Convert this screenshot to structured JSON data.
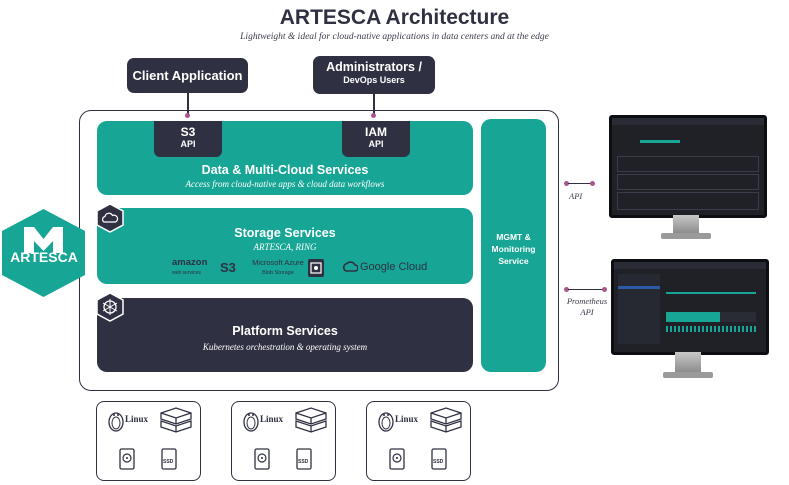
{
  "header": {
    "title": "ARTESCA Architecture",
    "subtitle": "Lightweight & ideal for cloud-native applications in data centers and at the edge"
  },
  "actors": {
    "client": "Client Application",
    "admin_line1": "Administrators /",
    "admin_line2": "DevOps Users"
  },
  "apis": {
    "s3_name": "S3",
    "s3_label": "API",
    "iam_name": "IAM",
    "iam_label": "API"
  },
  "layers": {
    "data": {
      "title": "Data & Multi-Cloud Services",
      "subtitle": "Access from cloud-native apps & cloud data workflows"
    },
    "storage": {
      "title": "Storage Services",
      "subtitle": "ARTESCA, RING"
    },
    "platform": {
      "title": "Platform Services",
      "subtitle": "Kubernetes orchestration & operating system"
    },
    "mgmt": {
      "line1": "MGMT &",
      "line2": "Monitoring",
      "line3": "Service"
    }
  },
  "cloud_providers": {
    "amazon": "amazon",
    "amazon_sub": "web services",
    "s3": "S3",
    "azure_line1": "Microsoft Azure",
    "azure_line2": "Blob Storage",
    "google": "Google Cloud"
  },
  "brand": {
    "name": "ARTESCA",
    "color": "#17a595"
  },
  "external": {
    "api_label": "API",
    "prometheus_line1": "Prometheus",
    "prometheus_line2": "API"
  },
  "nodes": [
    {
      "os": "Linux",
      "ssd": "SSD"
    },
    {
      "os": "Linux",
      "ssd": "SSD"
    },
    {
      "os": "Linux",
      "ssd": "SSD"
    }
  ],
  "colors": {
    "navy": "#2f3142",
    "teal": "#17a595",
    "accent": "#a6568f"
  }
}
